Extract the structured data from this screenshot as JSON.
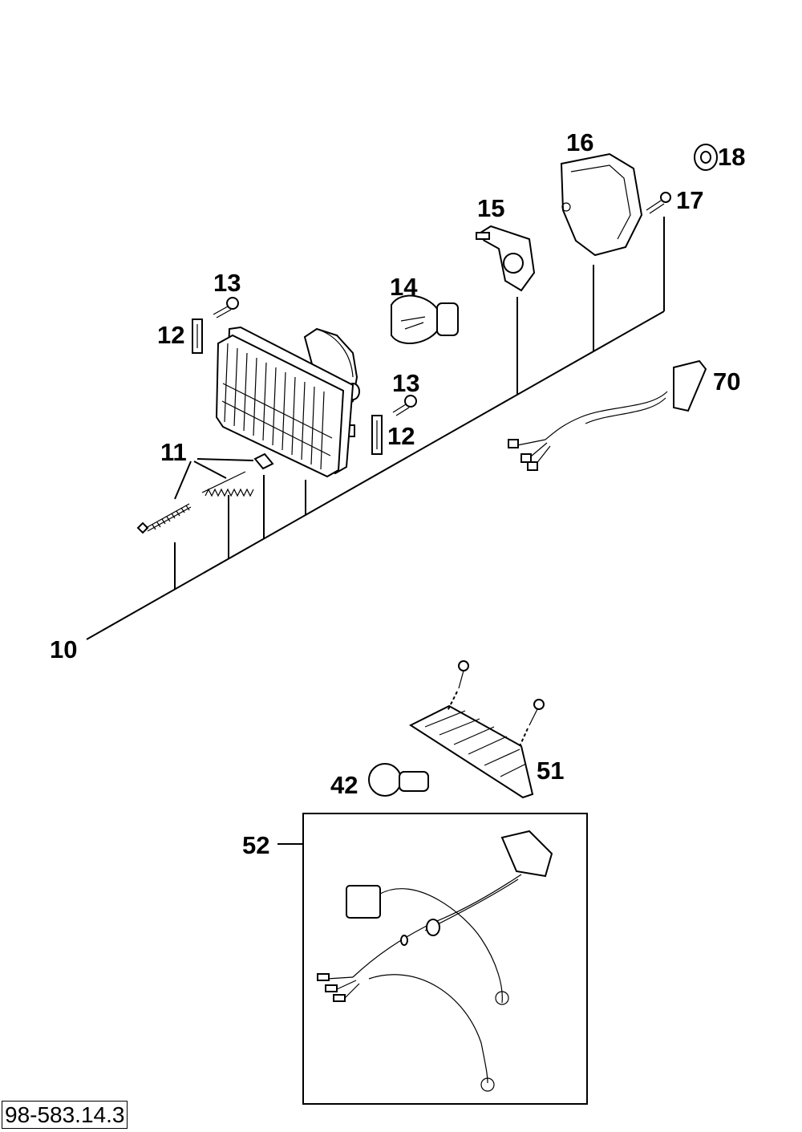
{
  "diagram_ref": "98-583.14.3",
  "callouts": {
    "p10": "10",
    "p11": "11",
    "p12a": "12",
    "p12b": "12",
    "p13a": "13",
    "p13b": "13",
    "p14": "14",
    "p15": "15",
    "p16": "16",
    "p17": "17",
    "p18": "18",
    "p42": "42",
    "p51": "51",
    "p52": "52",
    "p70": "70"
  }
}
